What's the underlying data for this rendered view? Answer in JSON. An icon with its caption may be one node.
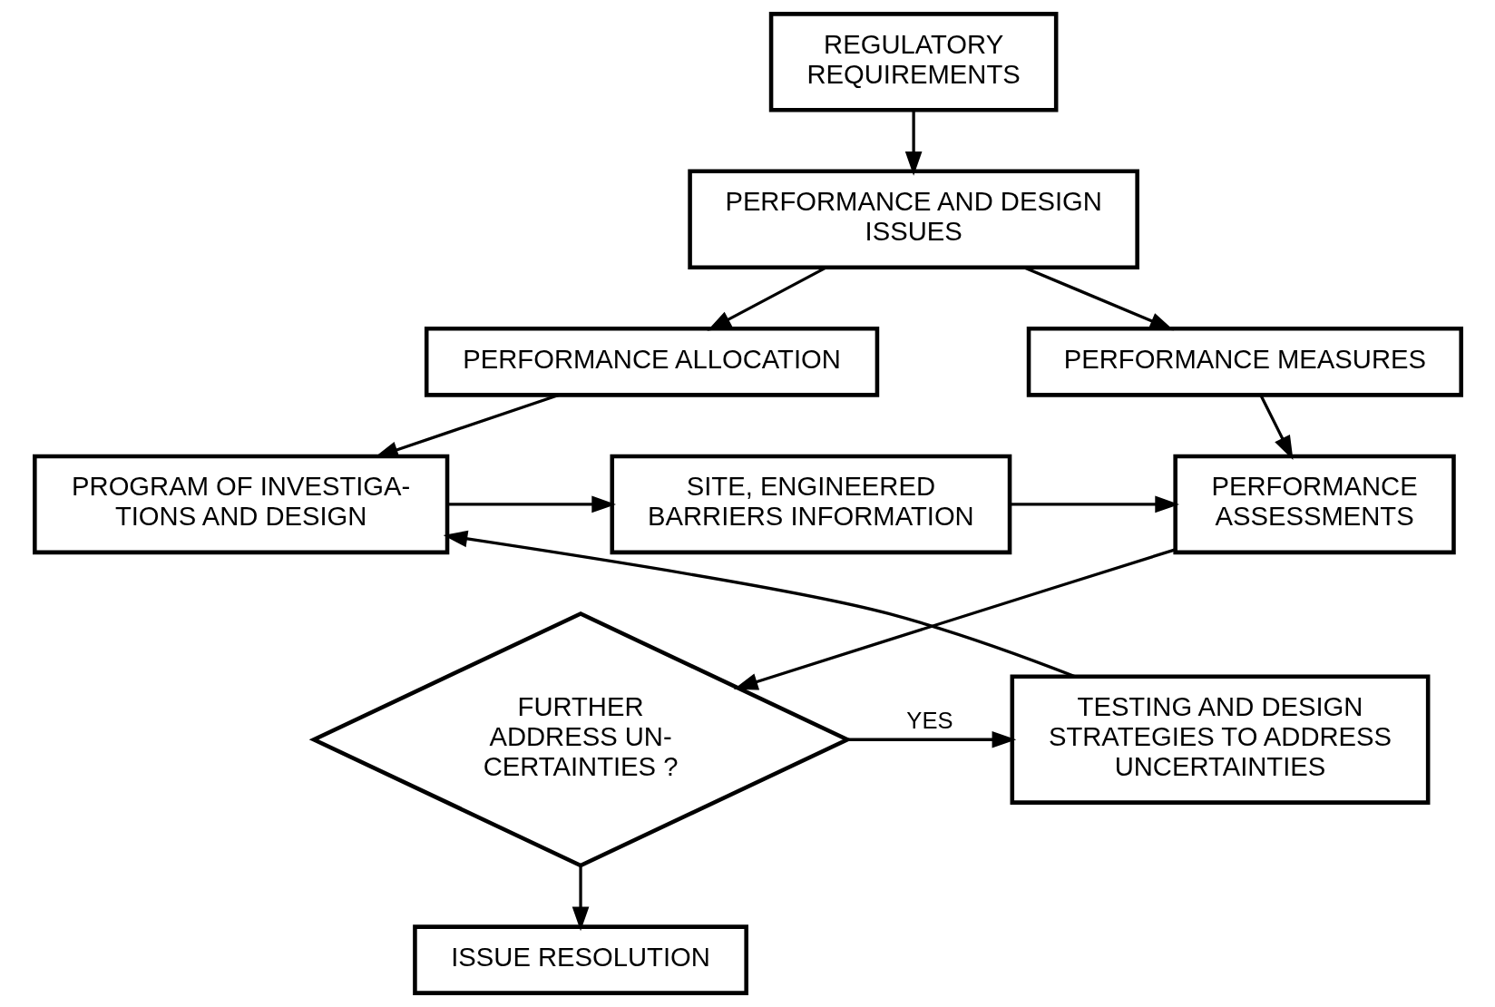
{
  "diagram": {
    "nodes": [
      {
        "text": [
          "REGULATORY REQUIREMENTS"
        ]
      },
      {
        "text": [
          "PERFORMANCE AND DESIGN ISSUES"
        ]
      },
      {
        "text": [
          "PERFORMANCE ALLOCATION"
        ]
      },
      {
        "text": [
          "PERFORMANCE MEASURES"
        ]
      },
      {
        "text": [
          "PROGRAM OF INVESTIGA- TIONS AND DESIGN"
        ]
      },
      {
        "text": [
          "SITE, ENGINEERED BARRIERS INFORMATION"
        ]
      },
      {
        "text": [
          "PERFORMANCE ASSESSMENTS"
        ]
      },
      {
        "text": [
          "FURTHER ADDRESS UN- CERTAINTIES ?"
        ]
      },
      {
        "text": [
          "TESTING AND DESIGN STRATEGIES TO ADDRESS UNCERTAINTIES"
        ]
      },
      {
        "text": [
          "ISSUE RESOLUTION"
        ]
      }
    ],
    "edges": [
      {
        "from": 0,
        "to": 1,
        "arrow": "to"
      },
      {
        "from": 1,
        "to": 2,
        "arrow": "to"
      },
      {
        "from": 1,
        "to": 3,
        "arrow": "to"
      },
      {
        "from": 2,
        "to": 4,
        "arrow": "to"
      },
      {
        "from": 3,
        "to": 6,
        "arrow": "to"
      },
      {
        "from": 4,
        "to": 5,
        "arrow": "to"
      },
      {
        "from": 5,
        "to": 6,
        "arrow": "to"
      },
      {
        "from": 6,
        "to": 7,
        "arrow": "to"
      },
      {
        "from": 7,
        "to": 8,
        "arrow": "to",
        "label": "YES"
      },
      {
        "from": 8,
        "to": 4,
        "arrow": "to"
      },
      {
        "from": 7,
        "to": 9,
        "arrow": "to"
      }
    ]
  }
}
